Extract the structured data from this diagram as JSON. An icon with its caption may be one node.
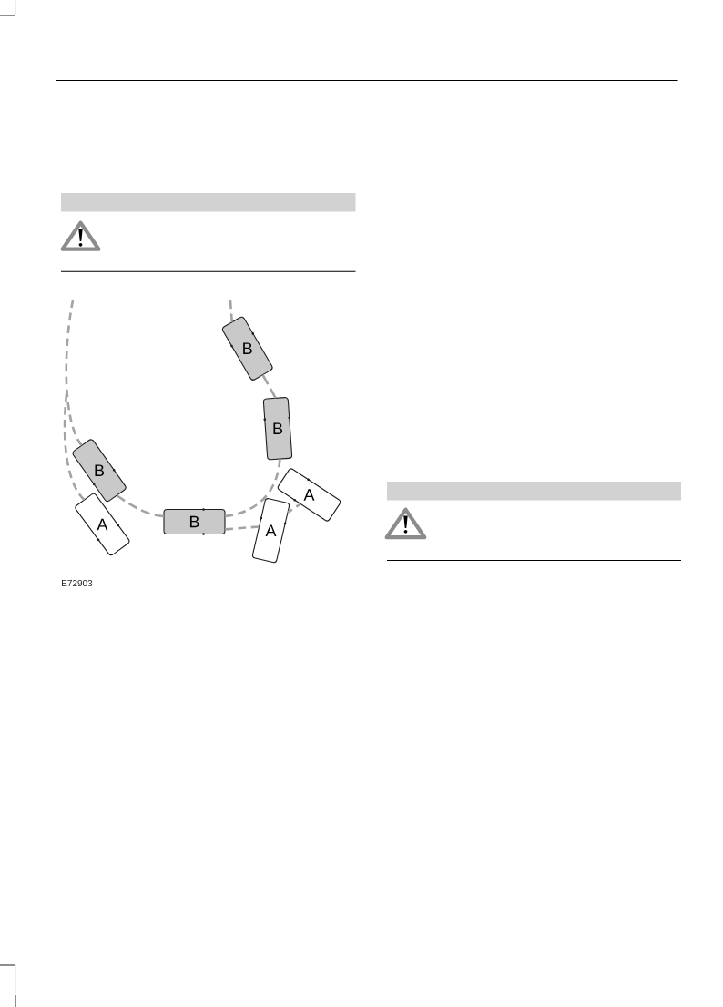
{
  "diagram": {
    "nodes": [
      {
        "text": [],
        "shape": "bar"
      },
      {
        "text": [
          "B"
        ]
      },
      {
        "text": [
          "B"
        ]
      },
      {
        "text": [
          "B"
        ]
      },
      {
        "text": [
          "A"
        ]
      },
      {
        "text": [
          "B"
        ]
      },
      {
        "text": [
          "A"
        ]
      },
      {
        "text": [
          "A"
        ]
      },
      {
        "text": [],
        "shape": "bar"
      }
    ],
    "edges": [
      {
        "from": null,
        "to": 1,
        "arrow": "none",
        "style": "dashed"
      },
      {
        "from": 1,
        "to": 2,
        "arrow": "none",
        "style": "dashed"
      },
      {
        "from": 2,
        "to": 5,
        "arrow": "none",
        "style": "dashed"
      },
      {
        "from": 5,
        "to": 3,
        "arrow": "none",
        "style": "dashed"
      },
      {
        "from": 3,
        "to": null,
        "arrow": "none",
        "style": "dashed"
      },
      {
        "from": null,
        "to": 6,
        "arrow": "none",
        "style": "dashed"
      },
      {
        "from": 5,
        "to": 7,
        "arrow": "none",
        "style": "dashed"
      },
      {
        "from": 7,
        "to": 4,
        "arrow": "none",
        "style": "dashed"
      }
    ],
    "labels": [
      "E72903"
    ]
  }
}
